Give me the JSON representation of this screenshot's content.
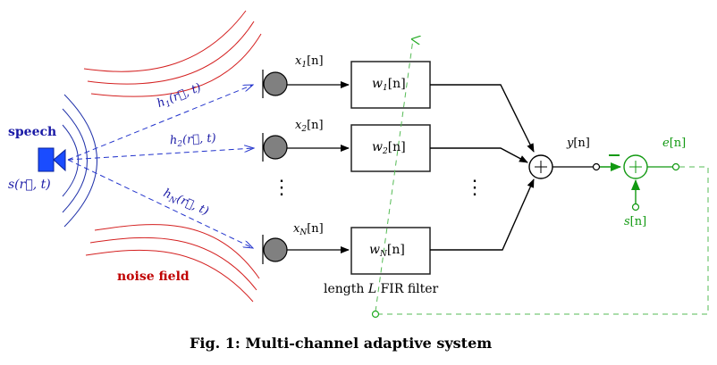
{
  "diagram": {
    "caption": "Fig. 1: Multi-channel adaptive system",
    "source": {
      "label": "speech",
      "signal": "s(r⃗, t)",
      "icon": "loudspeaker-icon",
      "color": "#1a3cff"
    },
    "noise": {
      "label": "noise field",
      "color": "#d42020"
    },
    "paths": [
      {
        "name": "h",
        "sub": "1",
        "args": "(r⃗, t)"
      },
      {
        "name": "h",
        "sub": "2",
        "args": "(r⃗, t)"
      },
      {
        "name": "h",
        "sub": "N",
        "args": "(r⃗, t)"
      }
    ],
    "channels": [
      {
        "input": {
          "name": "x",
          "sub": "1",
          "idx": "[n]"
        },
        "filter": {
          "name": "w",
          "sub": "1",
          "idx": "[n]"
        }
      },
      {
        "input": {
          "name": "x",
          "sub": "2",
          "idx": "[n]"
        },
        "filter": {
          "name": "w",
          "sub": "2",
          "idx": "[n]"
        }
      },
      {
        "input": {
          "name": "x",
          "sub": "N",
          "idx": "[n]"
        },
        "filter": {
          "name": "w",
          "sub": "N",
          "idx": "[n]"
        }
      }
    ],
    "filter_note": {
      "prefix": "length ",
      "var": "L",
      "suffix": " FIR filter"
    },
    "output": {
      "name": "y",
      "idx": "[n]"
    },
    "reference": {
      "name": "s",
      "idx": "[n]"
    },
    "error": {
      "name": "e",
      "idx": "[n]"
    },
    "minus_sign": "−",
    "sum_symbol": "+",
    "ellipsis": "⋮",
    "colors": {
      "acoustic": "#1a1aa6",
      "noise": "#d42020",
      "adaptive": "#119911",
      "adaptive_dashed": "#55bb55",
      "mic": "#808080"
    }
  }
}
